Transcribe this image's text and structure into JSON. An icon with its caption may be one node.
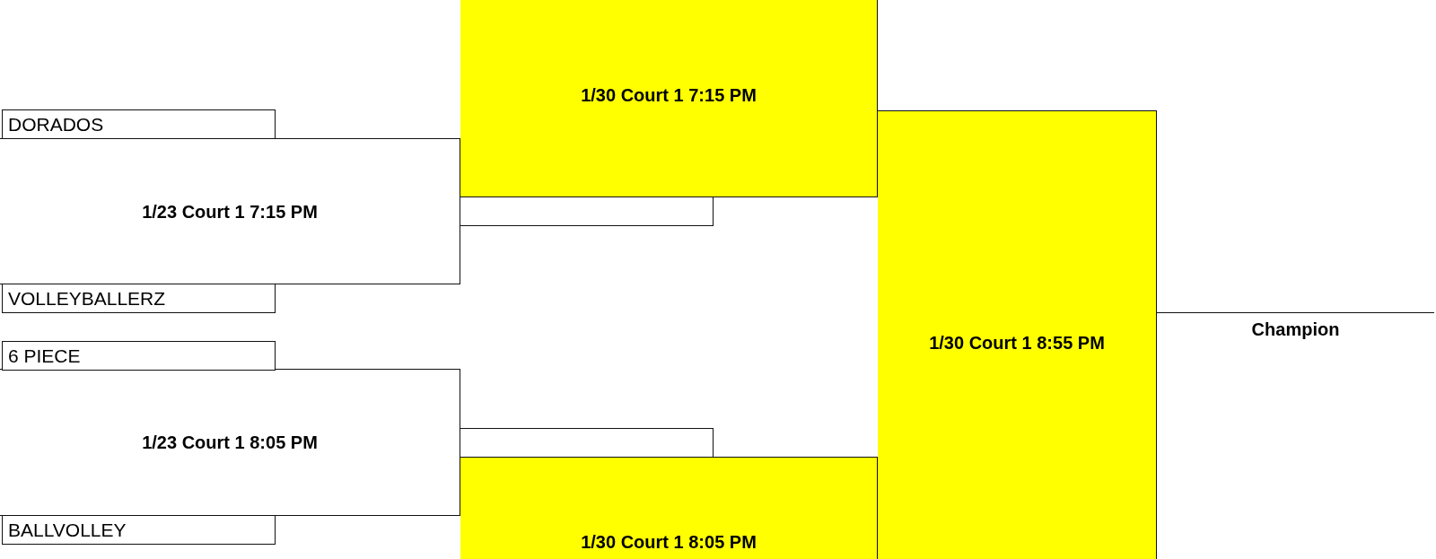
{
  "diagram": {
    "nodes": [
      {
        "text": [
          "DORADOS"
        ]
      },
      {
        "text": [
          "VOLLEYBALLERZ"
        ]
      },
      {
        "text": [
          "6 PIECE"
        ]
      },
      {
        "text": [
          "BALLVOLLEY"
        ]
      },
      {
        "text": [
          "1/23 Court 1 7:15 PM"
        ]
      },
      {
        "text": [
          "1/23 Court 1 8:05 PM"
        ]
      },
      {
        "text": [
          "1/30 Court 1 7:15 PM"
        ]
      },
      {
        "text": [],
        "shape": "box"
      },
      {
        "text": [],
        "shape": "box"
      },
      {
        "text": [
          "1/30 Court 1 8:05 PM"
        ]
      },
      {
        "text": [
          "1/30 Court 1 8:55 PM"
        ]
      },
      {
        "text": [
          "Champion"
        ]
      }
    ]
  }
}
